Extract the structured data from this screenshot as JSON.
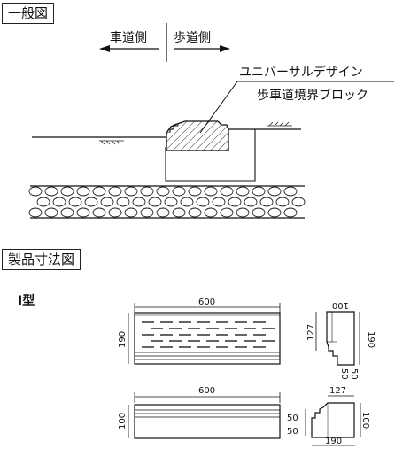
{
  "sections": {
    "general": "一般図",
    "dimensions": "製品寸法図"
  },
  "general_view": {
    "roadway_side": "車道側",
    "sidewalk_side": "歩道側",
    "product_name_line1": "ユニバーサルデザイン",
    "product_name_line2": "歩車道境界ブロック"
  },
  "product": {
    "type_label": "I型",
    "front": {
      "width": "600",
      "height": "190"
    },
    "side": {
      "top": "100",
      "height_left": "127",
      "height_right": "190",
      "bottom_a": "50",
      "bottom_b": "50"
    },
    "top_view": {
      "width": "600",
      "height": "100"
    },
    "section": {
      "top": "127",
      "height_right": "100",
      "step_a": "50",
      "step_b": "50",
      "base": "190"
    }
  }
}
